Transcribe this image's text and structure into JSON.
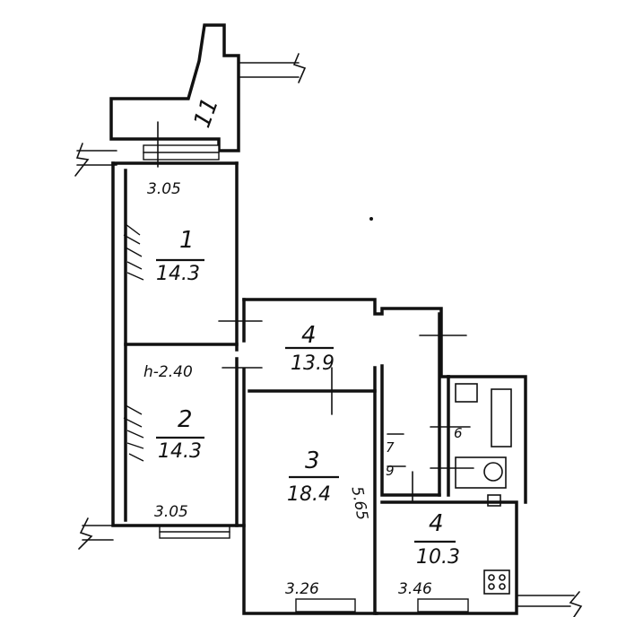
{
  "rooms": [
    {
      "number": "1",
      "area": "14.3"
    },
    {
      "number": "2",
      "area": "14.3"
    },
    {
      "number": "3",
      "area": "18.4"
    },
    {
      "number": "4",
      "area": "10.3"
    },
    {
      "number": "4",
      "area": "13.9"
    },
    {
      "number": "6"
    },
    {
      "number": "7"
    },
    {
      "number": "9"
    },
    {
      "number": "11"
    }
  ],
  "dimensions": {
    "top_window_room1": "3.05",
    "ceiling_height": "h-2.40",
    "bottom_room2": "3.05",
    "bottom_room3": "3.26",
    "bottom_room4": "3.46",
    "room3_side": "5.65"
  }
}
